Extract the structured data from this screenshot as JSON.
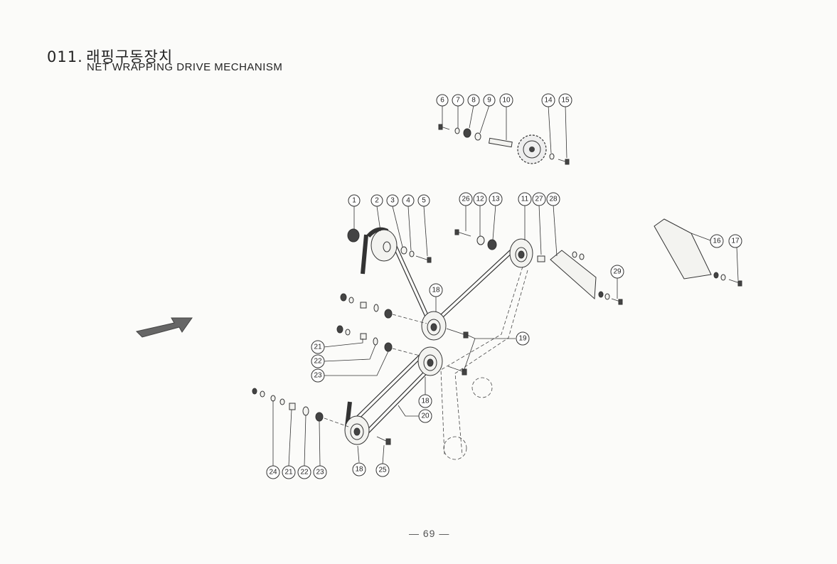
{
  "heading": {
    "number": "011.",
    "title_ko": "래핑구동장치",
    "title_en": "NET WRAPPING DRIVE MECHANISM"
  },
  "page_number": "— 69 —",
  "callouts": [
    "1",
    "2",
    "3",
    "4",
    "5",
    "6",
    "7",
    "8",
    "9",
    "10",
    "11",
    "12",
    "13",
    "14",
    "15",
    "16",
    "17",
    "18",
    "18",
    "18",
    "19",
    "20",
    "21",
    "21",
    "22",
    "22",
    "23",
    "23",
    "24",
    "25",
    "26",
    "27",
    "28",
    "29"
  ]
}
